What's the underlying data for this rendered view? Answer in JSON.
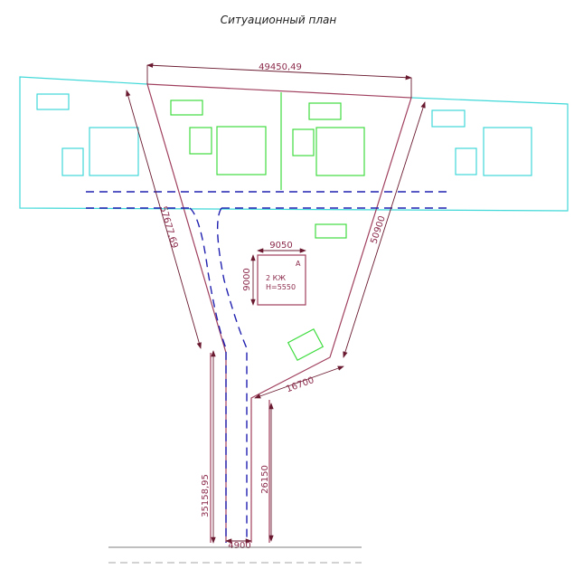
{
  "title": "Ситуационный план",
  "dimensions": {
    "top_width": "49450,49",
    "left_side": "57677,69",
    "right_side": "50900",
    "lower_edge": "16700",
    "road_left": "35158,95",
    "road_right": "26150",
    "road_width": "4900",
    "building_width": "9050",
    "building_height": "9000"
  },
  "building": {
    "marker": "А",
    "name": "2 КЖ",
    "height": "H=5550"
  },
  "colors": {
    "boundary": "#a0405e",
    "existing": "#40d8d8",
    "new": "#40dd40",
    "road": "#2020b0"
  }
}
